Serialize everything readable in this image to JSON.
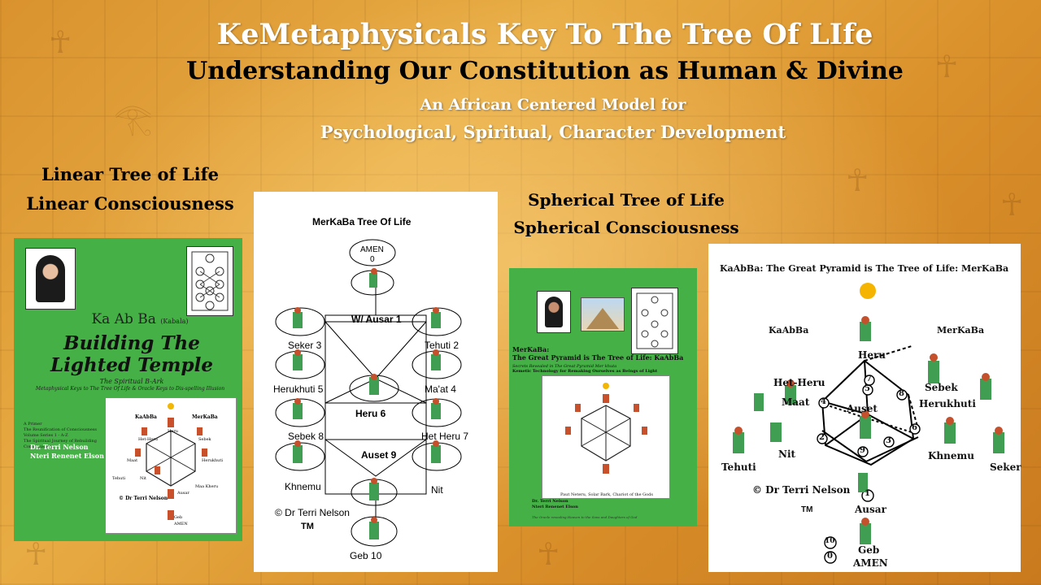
{
  "header": {
    "title": "KeMetaphysicals Key To The Tree Of LIfe",
    "subtitle": "Understanding Our Constitution as Human & Divine",
    "description_line1": "An African Centered Model for",
    "description_line2": "Psychological, Spiritual, Character Development"
  },
  "left_section": {
    "label_line1": "Linear Tree of Life",
    "label_line2": "Linear Consciousness"
  },
  "right_section": {
    "label_line1": "Spherical Tree of Life",
    "label_line2": "Spherical Consciousness"
  },
  "book1": {
    "series": "Ka Ab Ba",
    "series_note": "(Kabala)",
    "title": "Building The Lighted Temple",
    "subtitle": "The Spiritual B-Ark",
    "tagline": "Metaphysical Keys to The Tree Of Life & Oracle Keys to Dis-spelling Illusion",
    "blurb": "A Primer\nThe Reunification of Consciousness\nVolume Series 1 - A-Z\nThe Spiritual Journey of Rebuilding Consciousness",
    "author1": "Dr. Terri Nelson",
    "author2": "Nteri Renenet Elson",
    "inner_copyright": "© Dr Terri Nelson",
    "inner_labels": [
      "KaAbBa",
      "MerKaBa",
      "Heru",
      "Het-Heru",
      "Sebek",
      "Maat",
      "Herukhuti",
      "Tehuti",
      "Nit",
      "Ausar",
      "Maa Kheru",
      "Geb",
      "AMEN"
    ]
  },
  "tree_card": {
    "title": "MerKaBa   Tree Of Life",
    "amen_label": "AMEN",
    "amen_num": "0",
    "labels": {
      "w_ausar": "W/ Ausar  1",
      "seker": "Seker  3",
      "tehuti": "Tehuti  2",
      "herukhuti": "Herukhuti  5",
      "maat": "Ma'at  4",
      "heru": "Heru  6",
      "sebek": "Sebek  8",
      "het_heru": "Het  Heru  7",
      "auset": "Auset  9",
      "khnemu": "Khnemu",
      "nit": "Nit",
      "geb": "Geb  10"
    },
    "copyright": "©     Dr Terri Nelson",
    "tm": "TM"
  },
  "book3": {
    "title_line1": "MerKaBa:",
    "title_line2": "The Great Pyramid is The Tree of Life: KaAbBa",
    "subtitle": "Secrets Revealed in The Great Pyramid Mer khuta",
    "subtitle2": "Kemetic Technology for Remaking Ourselves as Beings of Light",
    "caption": "Paut Neteru, Solar Bark, Chariot of the Gods",
    "author1": "Dr. Terri Nelson",
    "author2": "Nteri Renenet Elson",
    "tagline": "The Oracle revealing Heaven to the Sons and Daughters of God"
  },
  "pyramid_card": {
    "title": "KaAbBa: The Great Pyramid is The Tree of Life:  MerKaBa",
    "labels": {
      "kaabba": "KaAbBa",
      "merkaba": "MerKaBa",
      "heru": "Heru",
      "het_heru": "Het-Heru",
      "sebek": "Sebek",
      "herukhuti": "Herukhuti",
      "maat": "Maat",
      "auset": "Auset",
      "tehuti": "Tehuti",
      "nit": "Nit",
      "khnemu": "Khnemu",
      "seker": "Seker",
      "ausar": "Ausar",
      "geb": "Geb",
      "amen": "AMEN"
    },
    "numbers": [
      "1",
      "2",
      "3",
      "4",
      "5",
      "6",
      "7",
      "8",
      "9",
      "10",
      "0"
    ],
    "copyright": "© Dr Terri Nelson",
    "tm": "TM"
  },
  "colors": {
    "background": "#dd9a35",
    "book_green": "#45b046",
    "title_white": "#ffffff",
    "text_black": "#000000"
  }
}
